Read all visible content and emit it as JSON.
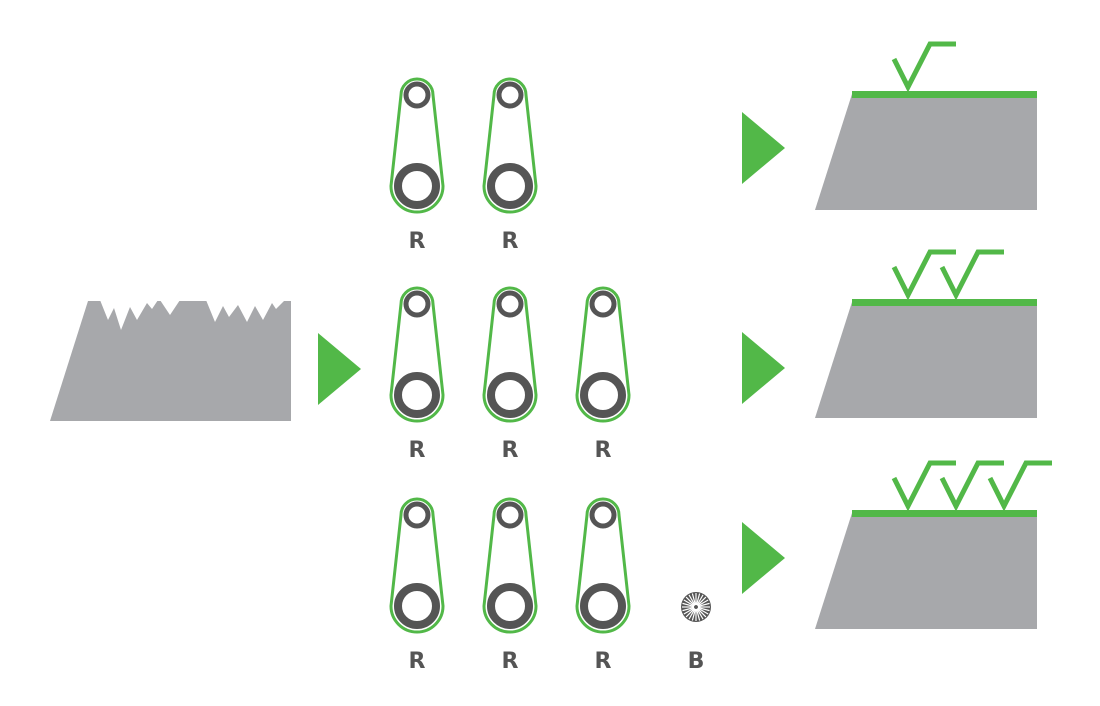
{
  "colors": {
    "accent": "#52b848",
    "surface": "#a7a8ab",
    "roller": "#555555",
    "background": "#ffffff"
  },
  "input": {
    "icon": "rough-surface"
  },
  "process_rows": [
    {
      "stages": [
        {
          "type": "belt",
          "label": "R"
        },
        {
          "type": "belt",
          "label": "R"
        }
      ],
      "result_checks": 1
    },
    {
      "stages": [
        {
          "type": "belt",
          "label": "R"
        },
        {
          "type": "belt",
          "label": "R"
        },
        {
          "type": "belt",
          "label": "R"
        }
      ],
      "result_checks": 2
    },
    {
      "stages": [
        {
          "type": "belt",
          "label": "R"
        },
        {
          "type": "belt",
          "label": "R"
        },
        {
          "type": "belt",
          "label": "R"
        },
        {
          "type": "brush",
          "label": "B"
        }
      ],
      "result_checks": 3
    }
  ]
}
